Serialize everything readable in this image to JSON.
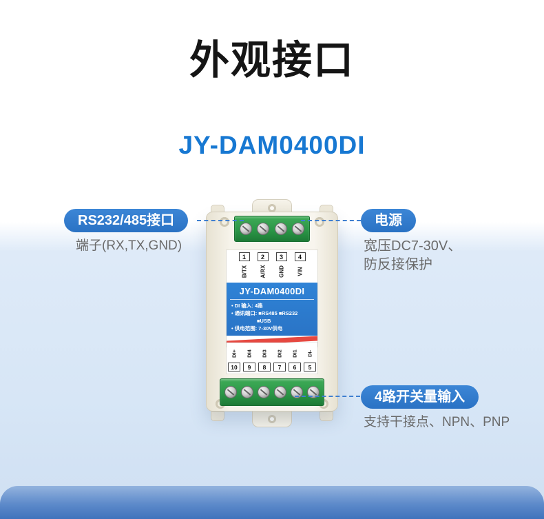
{
  "page": {
    "title": "外观接口",
    "model": "JY-DAM0400DI"
  },
  "callouts": {
    "rs232": {
      "label": "RS232/485接口",
      "desc": "端子(RX,TX,GND)"
    },
    "power": {
      "label": "电源",
      "desc_line1": "宽压DC7-30V、",
      "desc_line2": "防反接保护"
    },
    "di": {
      "label": "4路开关量输入",
      "desc": "支持干接点、NPN、PNP"
    }
  },
  "device": {
    "panel_title": "JY-DAM0400DI",
    "top_pin_numbers": [
      "1",
      "2",
      "3",
      "4"
    ],
    "top_pin_names": [
      "B/TX",
      "A/RX",
      "GND",
      "VIN"
    ],
    "spec_lines": [
      "• DI 输入: 4路",
      "• 通讯端口: ■RS485 ■RS232",
      "■USB",
      "• 供电范围: 7-30V供电"
    ],
    "bottom_pin_names": [
      "DI+",
      "DI4",
      "DI3",
      "DI2",
      "DI1",
      "DI-"
    ],
    "bottom_pin_numbers": [
      "10",
      "9",
      "8",
      "7",
      "6",
      "5"
    ]
  },
  "colors": {
    "accent_blue": "#2a74c6",
    "model_blue": "#1778d2",
    "panel_blue": "#2f83d6",
    "terminal_green": "#2b9747",
    "stripe_red": "#e64840",
    "desc_gray": "#6b6b6b",
    "bg_lightblue": "#d7e6f6",
    "footer_blue": "#3f73bc"
  }
}
